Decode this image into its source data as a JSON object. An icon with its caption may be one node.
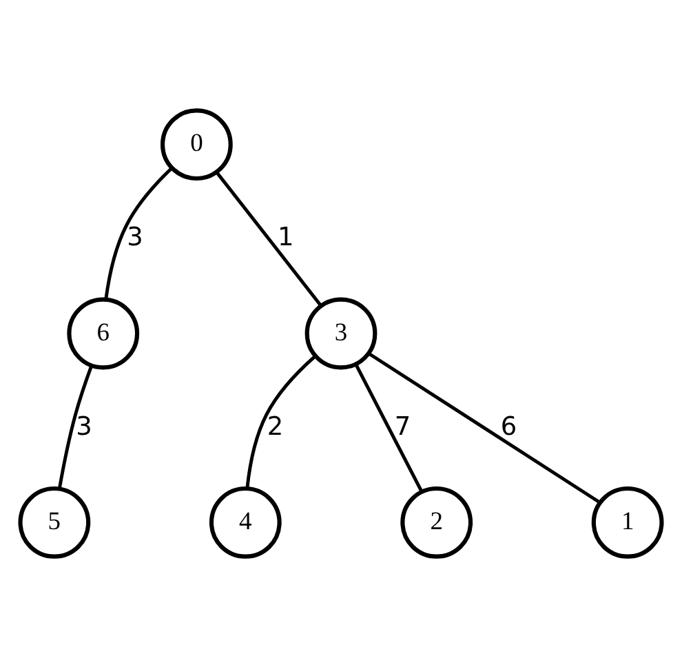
{
  "diagram": {
    "nodes": [
      {
        "text": [
          "0"
        ]
      },
      {
        "text": [
          "6"
        ]
      },
      {
        "text": [
          "4"
        ]
      },
      {
        "text": [
          "3"
        ]
      },
      {
        "text": [
          "5"
        ]
      },
      {
        "text": [
          "2"
        ]
      },
      {
        "text": [
          "1"
        ]
      }
    ],
    "edges": [
      {
        "from": 0,
        "to": 1,
        "arrow": "none",
        "label": "3"
      },
      {
        "from": 0,
        "to": 3,
        "arrow": "none",
        "label": "1"
      },
      {
        "from": 1,
        "to": 4,
        "arrow": "none",
        "label": "3"
      },
      {
        "from": 3,
        "to": 2,
        "arrow": "none",
        "label": "2"
      },
      {
        "from": 3,
        "to": 5,
        "arrow": "none",
        "label": "7"
      },
      {
        "from": 3,
        "to": 6,
        "arrow": "none",
        "label": "6"
      }
    ]
  }
}
